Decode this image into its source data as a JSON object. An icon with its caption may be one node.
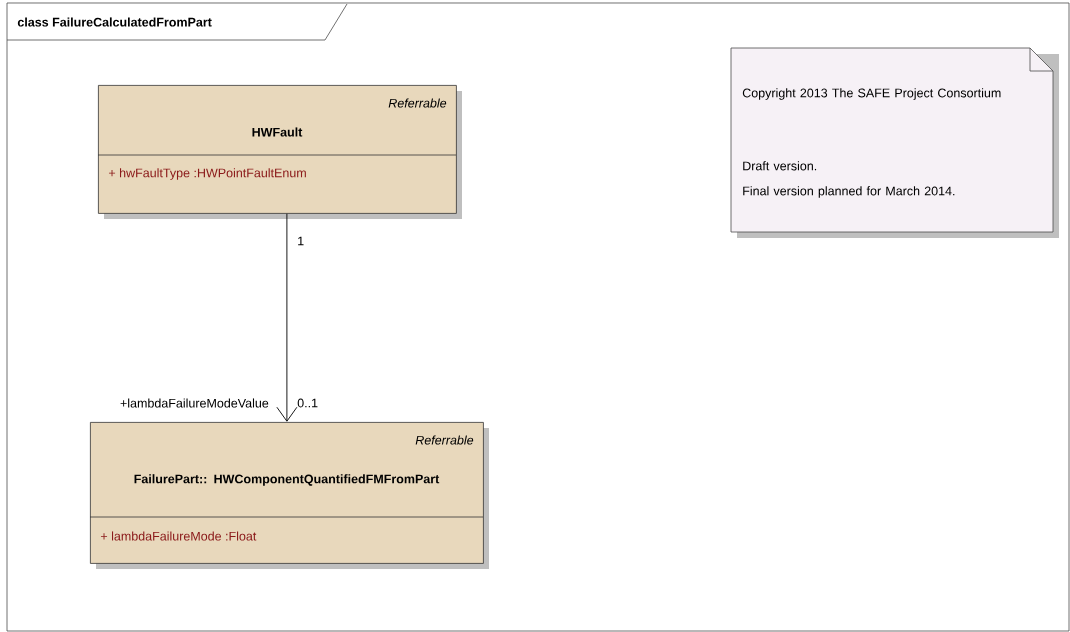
{
  "diagram": {
    "title": "class FailureCalculatedFromPart",
    "nodes": [
      {
        "text": [
          "Referrable",
          "HWFault",
          "+ hwFaultType :HWPointFaultEnum"
        ]
      },
      {
        "text": [
          "Referrable",
          "FailurePart:: HWComponentQuantifiedFMFromPart",
          "+ lambdaFailureMode :Float"
        ]
      },
      {
        "text": [
          "Copyright 2013 The SAFE Project Consortium",
          "Draft version.",
          "Final version planned for March 2014."
        ]
      }
    ],
    "edges": [
      {
        "from": 0,
        "to": 1,
        "arrow": "to"
      }
    ],
    "labels": [
      "1",
      "+lambdaFailureModeValue",
      "0..1"
    ]
  }
}
